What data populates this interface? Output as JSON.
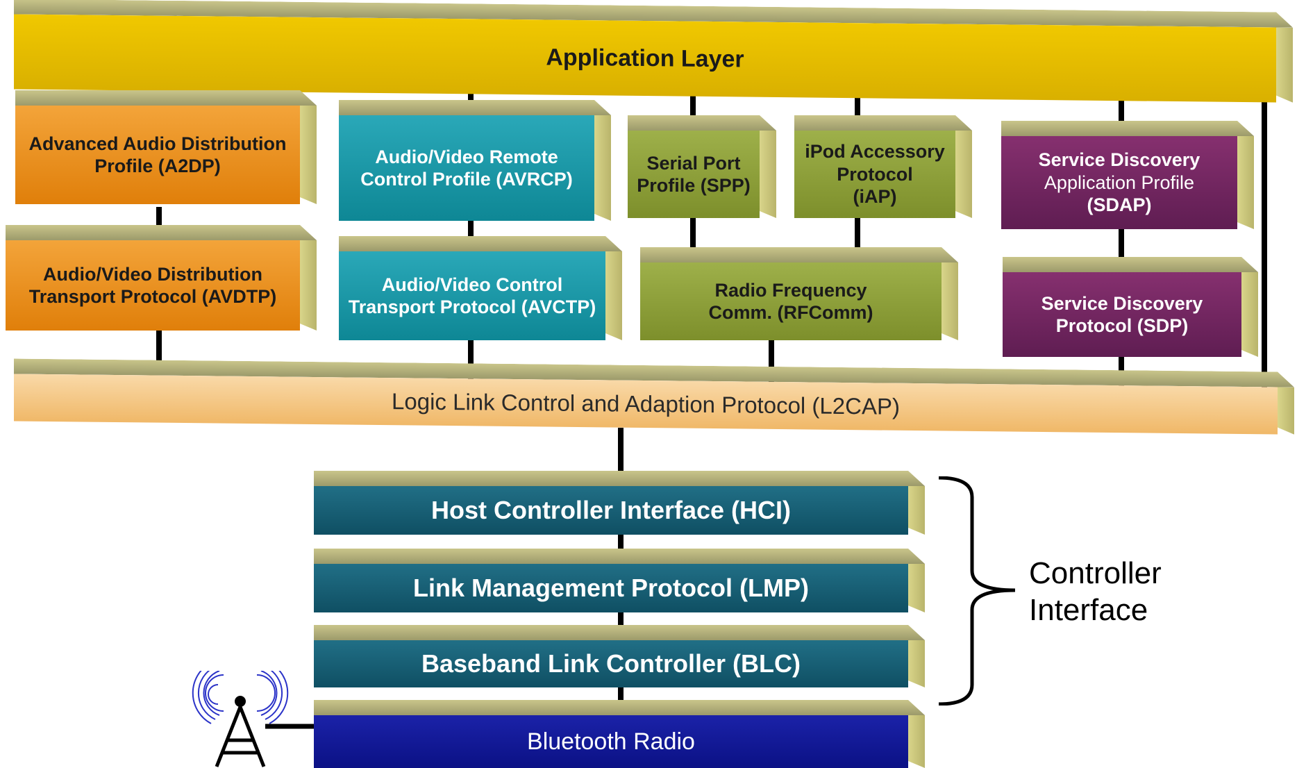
{
  "application_layer": "Application Layer",
  "a2dp": [
    "Advanced Audio Distribution",
    "Profile (A2DP)"
  ],
  "avdtp": [
    "Audio/Video Distribution",
    "Transport Protocol (AVDTP)"
  ],
  "avrcp": [
    "Audio/Video Remote",
    "Control Profile (AVRCP)"
  ],
  "avctp": [
    "Audio/Video Control",
    "Transport Protocol (AVCTP)"
  ],
  "spp": [
    "Serial Port",
    "Profile (SPP)"
  ],
  "iap": [
    "iPod Accessory",
    "Protocol",
    "(iAP)"
  ],
  "rfcomm": [
    "Radio Frequency",
    "Comm. (RFComm)"
  ],
  "sdap": [
    "Service Discovery",
    "Application Profile",
    "(SDAP)"
  ],
  "sdp": [
    "Service Discovery",
    "Protocol (SDP)"
  ],
  "l2cap": "Logic Link Control and Adaption Protocol (L2CAP)",
  "hci": "Host Controller Interface (HCI)",
  "lmp": "Link Management Protocol (LMP)",
  "blc": "Baseband Link Controller (BLC)",
  "radio": "Bluetooth Radio",
  "controller_interface": [
    "Controller",
    "Interface"
  ],
  "colors": {
    "application": "#e8c000",
    "l2cap": "#f5c98a",
    "orange": "#e88a12",
    "teal": "#17949f",
    "olive": "#8a9c37",
    "purple": "#731e60",
    "controller": "#155d73",
    "radio": "#11189a"
  },
  "icons": [
    "antenna-icon",
    "brace-icon"
  ]
}
